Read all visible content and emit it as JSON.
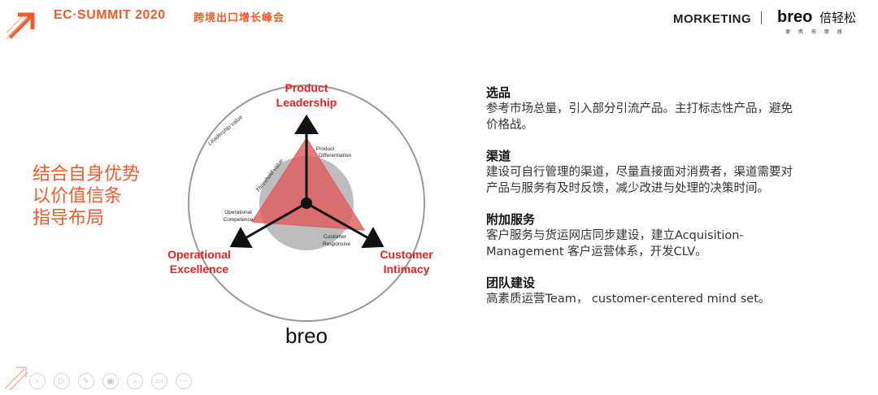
{
  "header": {
    "event_title": "EC·SUMMIT 2020",
    "event_subtitle": "跨境出口增长峰会",
    "marketing_brand": "MORKETING",
    "breo_logo": "breo",
    "breo_cn": "倍轻松",
    "breo_tagline": "便 携 按 摩 器"
  },
  "slogan": [
    "结合自身优势",
    "以价值信条",
    "指导布局"
  ],
  "diagram": {
    "top_label_1": "Product",
    "top_label_2": "Leadership",
    "left_label_1": "Operational",
    "left_label_2": "Excellence",
    "right_label_1": "Customer",
    "right_label_2": "Intimacy",
    "inner_top_1": "Product",
    "inner_top_2": "Differentiation",
    "inner_left_1": "Operational",
    "inner_left_2": "Competence",
    "inner_right_1": "Customer",
    "inner_right_2": "Responsive",
    "leadership_value": "Leadership value",
    "threshold_value": "Threshold value",
    "footer_logo": "breo"
  },
  "sections": [
    {
      "title": "选品",
      "body": "参考市场总量，引入部分引流产品。主打标志性产品，避免价格战。"
    },
    {
      "title": "渠道",
      "body": "建设可自行管理的渠道，尽量直接面对消费者，渠道需要对产品与服务有及时反馈，减少改进与处理的决策时间。"
    },
    {
      "title": "附加服务",
      "body": "客户服务与货运网店同步建设，建立Acquisition-Management 客户运营体系，开发CLV。"
    },
    {
      "title": "团队建设",
      "body": "高素质运营Team， customer-centered mind set。"
    }
  ],
  "toolbar": {
    "buttons": [
      "prev",
      "play",
      "pen",
      "slides",
      "zoom",
      "subtitles",
      "more"
    ],
    "glyphs": [
      "‹",
      "▷",
      "✎",
      "▣",
      "⌕",
      "▭",
      "···"
    ]
  },
  "colors": {
    "accent": "#f15a29",
    "diagram_red": "#e8221d",
    "triangle": "#e05a5a"
  }
}
